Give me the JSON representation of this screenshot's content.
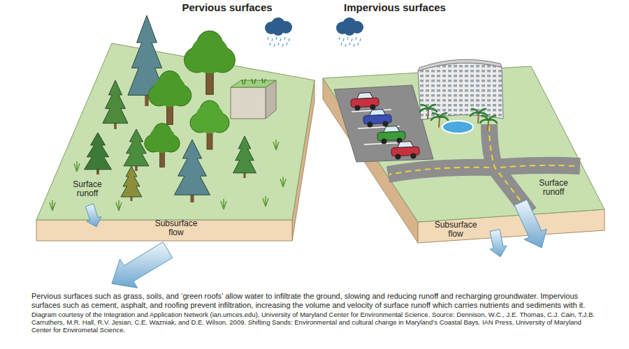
{
  "diagram": {
    "caption": "Pervious surfaces such as grass, soils, and ‘green roofs’ allow water to infiltrate the ground, slowing and reducing runoff and recharging groundwater. Impervious surfaces such as cement, asphalt, and roofing prevent infiltration, increasing the volume and velocity of surface runoff which carries nutrients and sediments with it.",
    "labels": [
      "Pervious surfaces",
      "Impervious surfaces",
      "Surface runoff",
      "Subsurface flow",
      "Subsurface flow",
      "Surface runoff",
      "Diagram courtesy of the Integration and Application Network (ian.umces.edu), University of Maryland Center for Environmental Science. Source: Dennison, W.C., J.E. Thomas, C.J. Cain, T.J.B. Carruthers, M.R. Hall, R.V. Jesian, C.E. Wazniak, and D.E. Wilson. 2009. Shifting Sands: Environmental and cultural change in Maryland’s Coastal Bays. IAN Press, University of Maryland Center for Envirometal Science."
    ]
  }
}
